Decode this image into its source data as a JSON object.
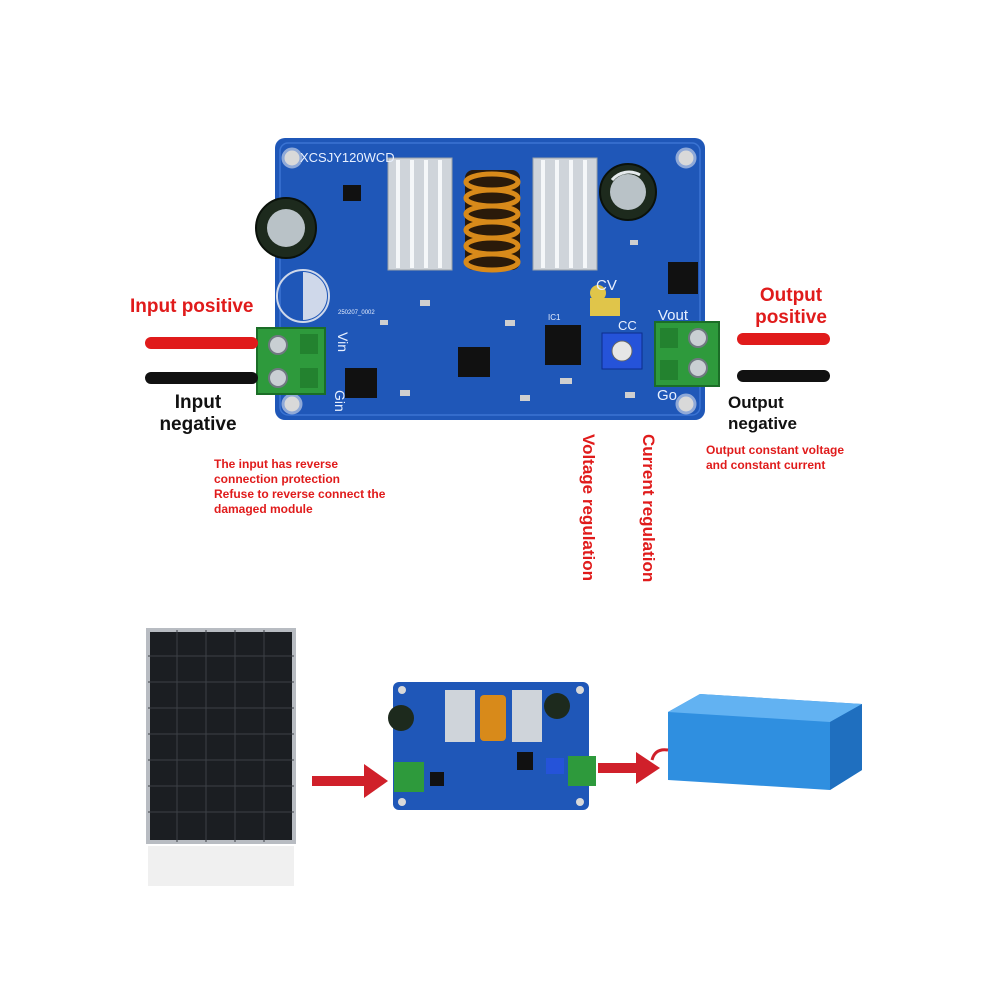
{
  "board": {
    "model": "XCSJY120WCD",
    "serial": "250207_0002",
    "cv_label": "CV",
    "cc_label": "CC",
    "vout_label": "Vout",
    "gout_label": "Go",
    "vin_label": "Vin",
    "gin_label": "Gin",
    "ic_label": "IC1"
  },
  "labels": {
    "input_positive": "Input positive",
    "input_negative": "Input negative",
    "output_positive": "Output positive",
    "output_negative": "Output negative",
    "reverse_protection": "The input has reverse connection protection",
    "refuse_reverse": "Refuse to reverse connect the damaged module",
    "output_constant": "Output constant voltage and constant current",
    "voltage_regulation": "Voltage regulation",
    "current_regulation": "Current regulation"
  },
  "colors": {
    "pcb": "#1f57b8",
    "label_red": "#e01b1b",
    "wire_red": "#e01b1b",
    "wire_black": "#111111",
    "terminal_green": "#2e9a3c",
    "battery_blue": "#2f8fe0",
    "arrow_red": "#d0202a"
  },
  "icons": [
    "solar-panel-icon",
    "battery-pack-icon",
    "arrow-right-icon"
  ]
}
